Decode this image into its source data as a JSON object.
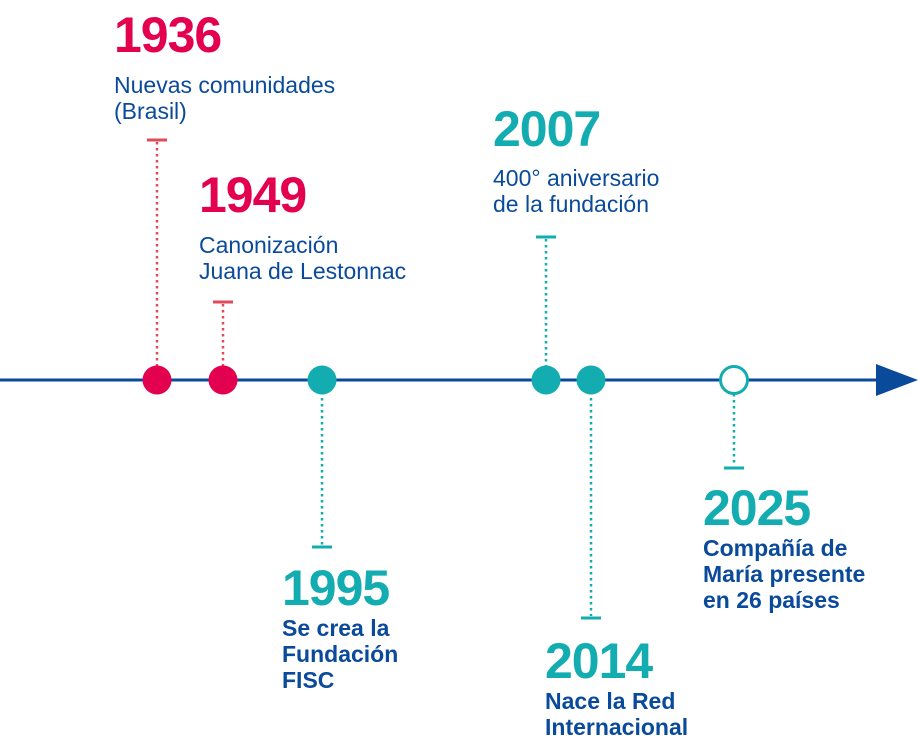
{
  "colors": {
    "axis": "#0a4a9a",
    "past_red": "#e3004f",
    "stem_red": "#e14a57",
    "teal": "#13adb1",
    "text_blue": "#0a4a9a",
    "background": "#ffffff"
  },
  "timeline": {
    "arrow_icon": "right-arrow-head",
    "events": [
      {
        "year": "1936",
        "description": "Nuevas comunidades\n(Brasil)",
        "side": "above",
        "color": "red",
        "marker": "filled"
      },
      {
        "year": "1949",
        "description": "Canonización\nJuana de Lestonnac",
        "side": "above",
        "color": "red",
        "marker": "filled"
      },
      {
        "year": "1995",
        "description": "Se crea la\nFundación\nFISC",
        "side": "below",
        "color": "teal",
        "marker": "filled"
      },
      {
        "year": "2007",
        "description": "400° aniversario\nde la fundación",
        "side": "above",
        "color": "teal",
        "marker": "filled"
      },
      {
        "year": "2014",
        "description": "Nace la Red\nInternacional",
        "side": "below",
        "color": "teal",
        "marker": "filled"
      },
      {
        "year": "2025",
        "description": "Compañía de\nMaría presente\nen 26 países",
        "side": "below",
        "color": "teal",
        "marker": "hollow"
      }
    ]
  }
}
